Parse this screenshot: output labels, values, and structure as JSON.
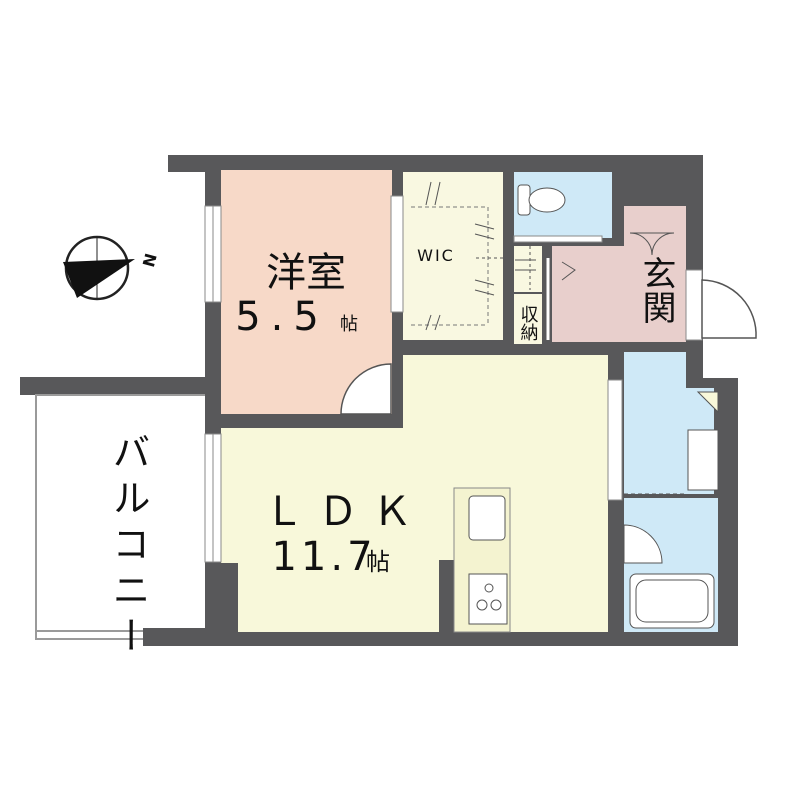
{
  "compass": {
    "north_label": "N",
    "icon": "north-arrow-icon"
  },
  "rooms": {
    "western_room": {
      "name": "洋室",
      "size": "5.5",
      "unit": "帖"
    },
    "ldk": {
      "name": "ＬＤＫ",
      "size": "11.7",
      "unit": "帖"
    },
    "wic": {
      "name": "WIC"
    },
    "storage": {
      "name": "収納"
    },
    "entrance": {
      "name": "玄関"
    },
    "balcony": {
      "name": "バルコニー"
    }
  },
  "colors": {
    "wall": "#58585a",
    "western_room": "#f7d9c8",
    "ldk": "#f8f8da",
    "wic": "#f9f8e1",
    "toilet": "#cfe9f7",
    "bath": "#cfe9f7",
    "entrance": "#e8cfcc",
    "balcony": "#ffffff"
  }
}
